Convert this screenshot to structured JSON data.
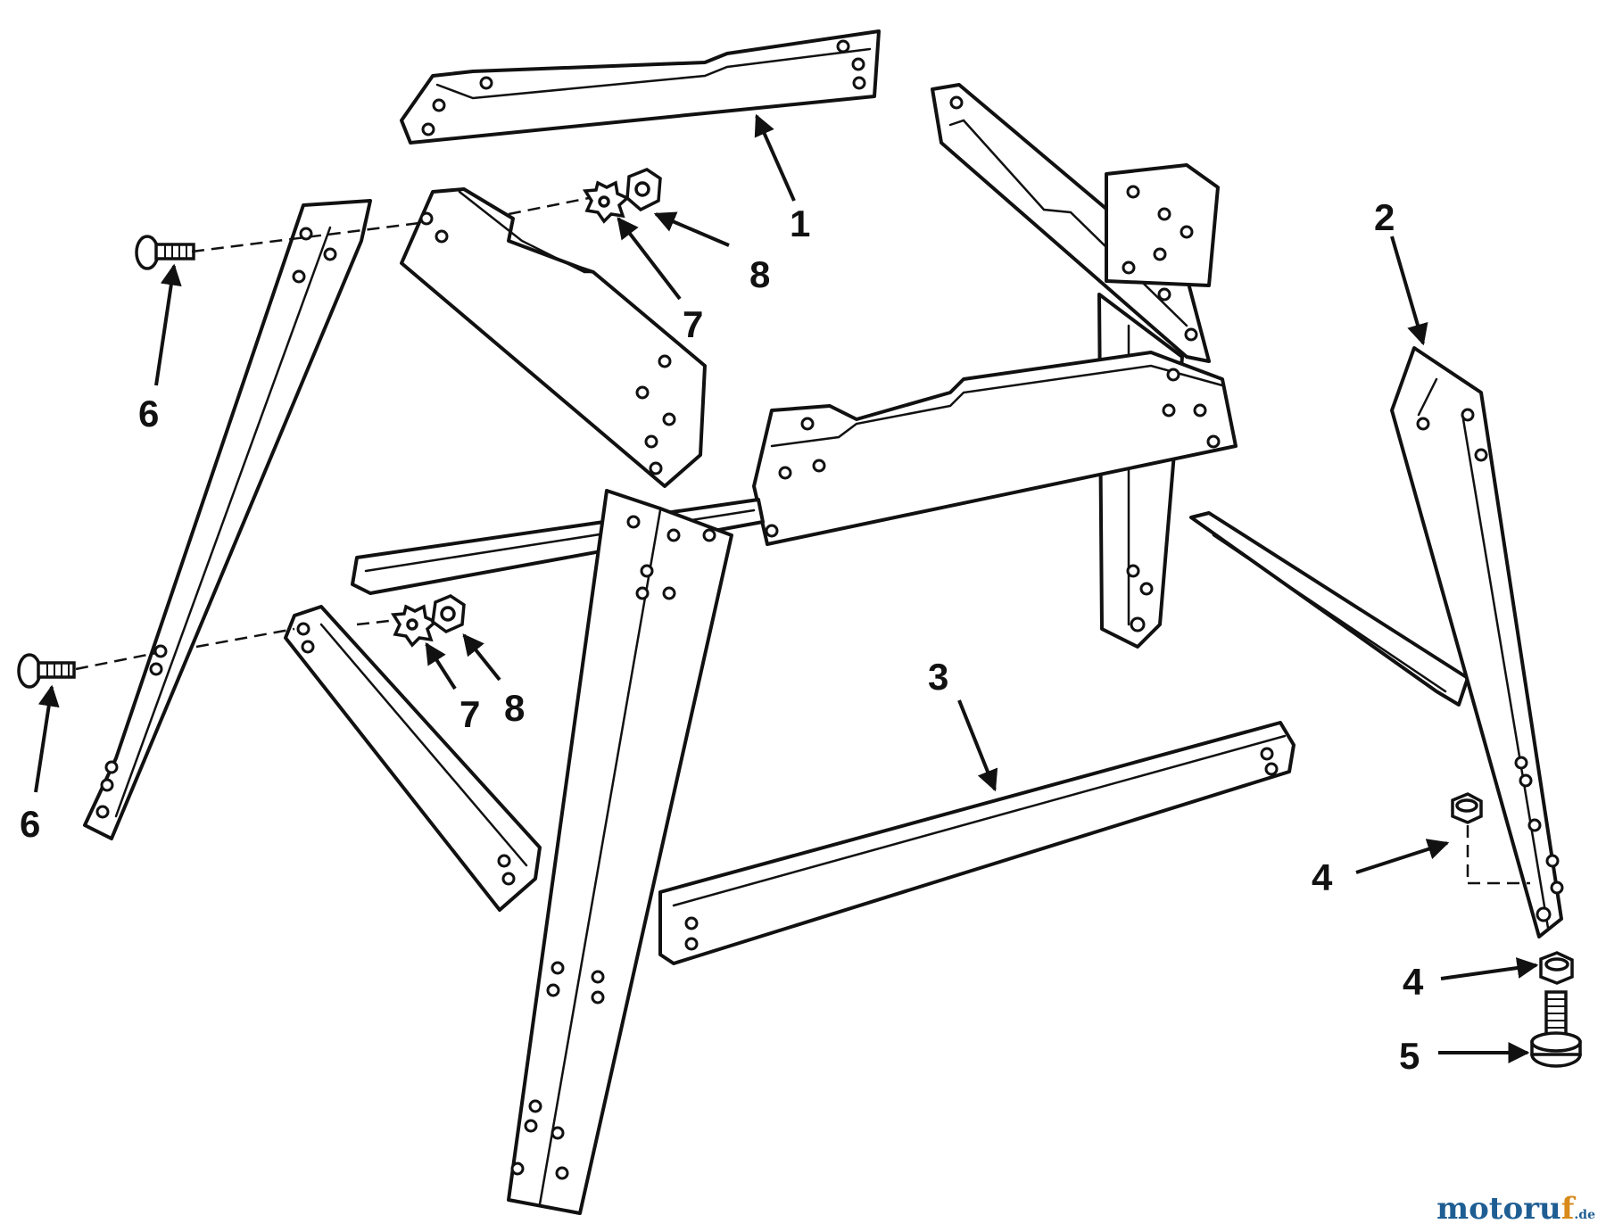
{
  "diagram": {
    "callouts": [
      {
        "id": "c1",
        "label": "1"
      },
      {
        "id": "c2",
        "label": "2"
      },
      {
        "id": "c3",
        "label": "3"
      },
      {
        "id": "c4a",
        "label": "4"
      },
      {
        "id": "c4b",
        "label": "4"
      },
      {
        "id": "c5",
        "label": "5"
      },
      {
        "id": "c6a",
        "label": "6"
      },
      {
        "id": "c6b",
        "label": "6"
      },
      {
        "id": "c7a",
        "label": "7"
      },
      {
        "id": "c7b",
        "label": "7"
      },
      {
        "id": "c8a",
        "label": "8"
      },
      {
        "id": "c8b",
        "label": "8"
      }
    ]
  },
  "watermark": {
    "prefix": "motoru",
    "accent": "f",
    "suffix": ".de"
  }
}
